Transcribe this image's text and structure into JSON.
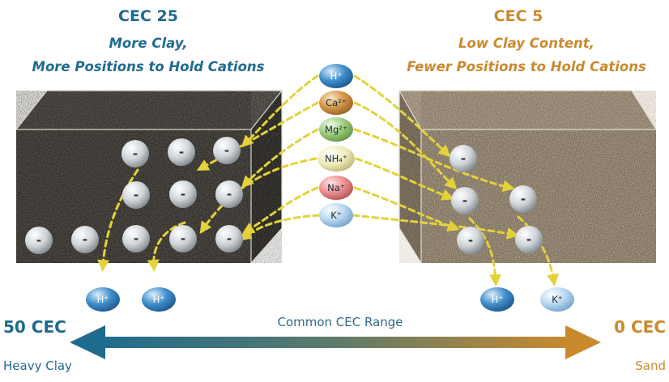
{
  "left": {
    "title": "CEC 25",
    "subtitle_line1": "More Clay,",
    "subtitle_line2": "More Positions to Hold Cations",
    "released_ions": [
      "H⁺",
      "H⁺"
    ]
  },
  "right": {
    "title": "CEC 5",
    "subtitle_line1": "Low Clay Content,",
    "subtitle_line2": "Fewer Positions to Hold Cations",
    "released_ions": [
      "H⁺",
      "K⁺"
    ]
  },
  "cations": [
    {
      "label": "H⁺",
      "color": "#2f7fc3"
    },
    {
      "label": "Ca²⁺",
      "color": "#c98a3c"
    },
    {
      "label": "Mg²⁺",
      "color": "#8cc06a"
    },
    {
      "label": "NH₄⁺",
      "color": "#e8e6a8"
    },
    {
      "label": "Na⁺",
      "color": "#e9898b"
    },
    {
      "label": "K⁺",
      "color": "#a8cdea"
    }
  ],
  "negative_charge_symbol": "-",
  "scale": {
    "left_value": "50 CEC",
    "left_sub": "Heavy Clay",
    "right_value": "0 CEC",
    "right_sub": "Sand",
    "range_label": "Common CEC Range"
  },
  "colors": {
    "teal": "#1f6b8e",
    "orange": "#c98a2e",
    "arrow_dashes": "#e3d23a"
  }
}
